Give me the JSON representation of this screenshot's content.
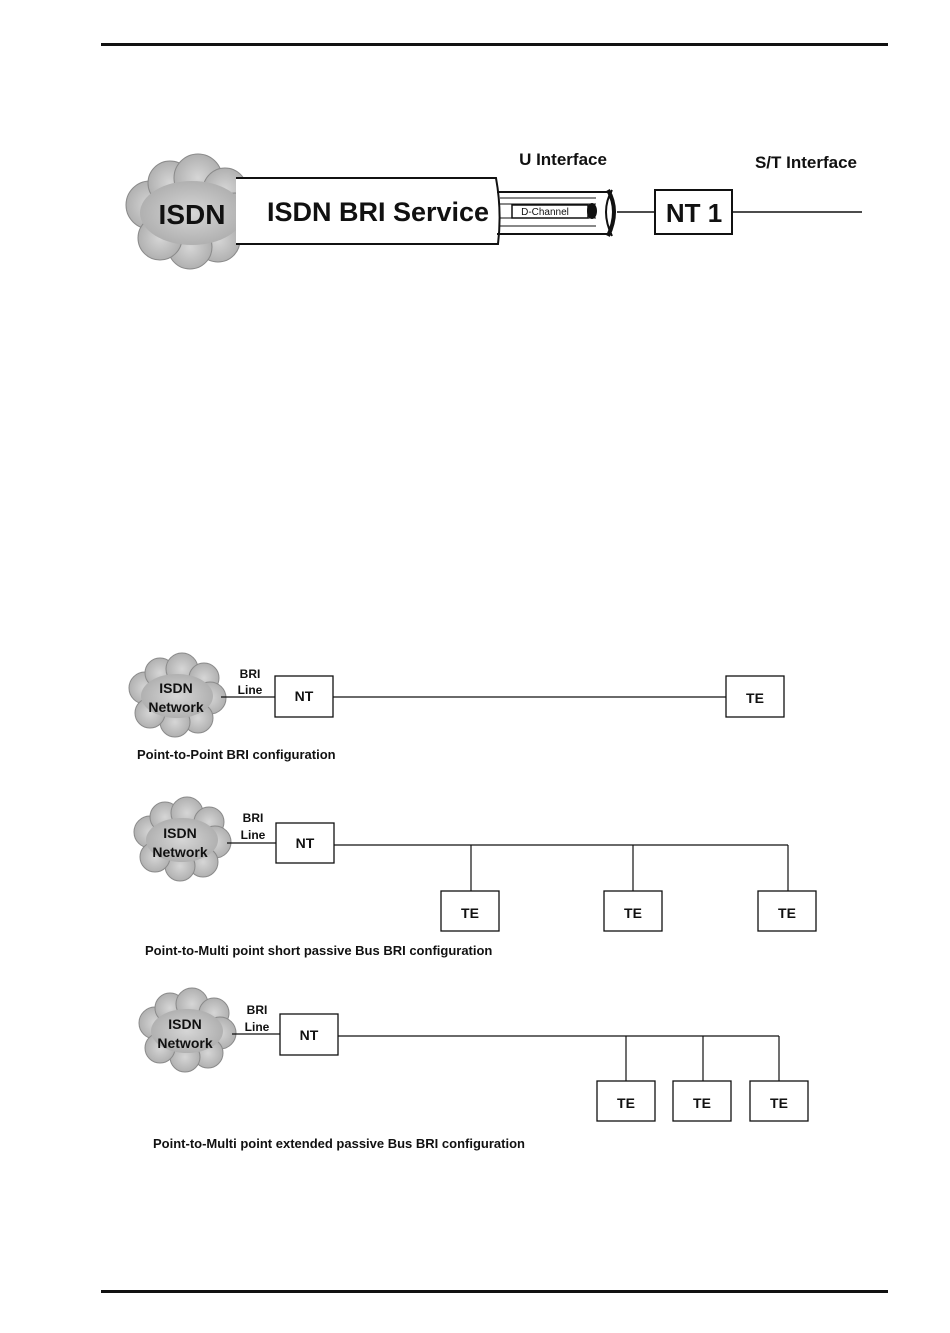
{
  "top_diagram": {
    "cloud_label": "ISDN",
    "service_label": "ISDN BRI Service",
    "channel_label": "D-Channel",
    "u_interface": "U Interface",
    "st_interface": "S/T Interface",
    "nt_label": "NT 1"
  },
  "configs": [
    {
      "cloud_line1": "ISDN",
      "cloud_line2": "Network",
      "line_label1": "BRI",
      "line_label2": "Line",
      "nt_label": "NT",
      "te_labels": [
        "TE"
      ],
      "caption": "Point-to-Point BRI configuration"
    },
    {
      "cloud_line1": "ISDN",
      "cloud_line2": "Network",
      "line_label1": "BRI",
      "line_label2": "Line",
      "nt_label": "NT",
      "te_labels": [
        "TE",
        "TE",
        "TE"
      ],
      "caption": "Point-to-Multi point short passive Bus BRI configuration"
    },
    {
      "cloud_line1": "ISDN",
      "cloud_line2": "Network",
      "line_label1": "BRI",
      "line_label2": "Line",
      "nt_label": "NT",
      "te_labels": [
        "TE",
        "TE",
        "TE"
      ],
      "caption": "Point-to-Multi point extended passive Bus BRI configuration"
    }
  ]
}
